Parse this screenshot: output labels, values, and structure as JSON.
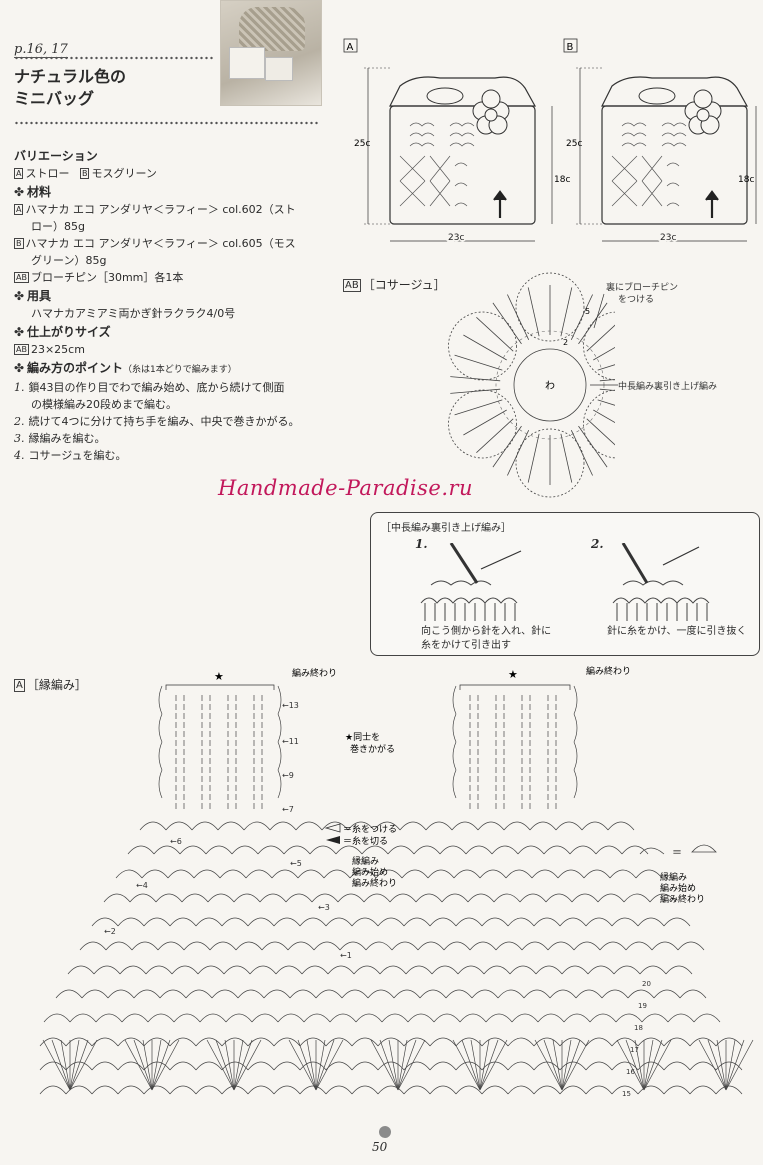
{
  "header": {
    "page_ref": "p.16, 17",
    "title_line1": "ナチュラル色の",
    "title_line2": "ミニバッグ"
  },
  "spec": {
    "variation_heading": "バリエーション",
    "variation_a_box": "A",
    "variation_a": "ストロー",
    "variation_b_box": "B",
    "variation_b": "モスグリーン",
    "materials_heading": "材料",
    "material_a_box": "A",
    "material_a_line1": "ハマナカ エコ アンダリヤ＜ラフィー＞ col.602（スト",
    "material_a_line2": "ロー）85g",
    "material_b_box": "B",
    "material_b_line1": "ハマナカ エコ アンダリヤ＜ラフィー＞ col.605（モス",
    "material_b_line2": "グリーン）85g",
    "material_ab_box": "AB",
    "material_ab": "ブローチピン［30mm］各1本",
    "tools_heading": "用具",
    "tools": "ハマナカアミアミ両かぎ針ラクラク4/0号",
    "size_heading": "仕上がりサイズ",
    "size_box": "AB",
    "size": "23×25cm",
    "points_heading": "編み方のポイント",
    "points_note": "（糸は1本どりで編みます）",
    "steps": [
      {
        "num": "1.",
        "line1": "鎖43目の作り目でわで編み始め、底から続けて側面",
        "line2": "の模様編み20段めまで編む。"
      },
      {
        "num": "2.",
        "line1": "続けて4つに分けて持ち手を編み、中央で巻きかがる。"
      },
      {
        "num": "3.",
        "line1": "縁編みを編む。"
      },
      {
        "num": "4.",
        "line1": "コサージュを編む。"
      }
    ]
  },
  "diagrams": {
    "a_label": "A",
    "b_label": "B",
    "height_25": "25c",
    "height_18": "18c",
    "width_23": "23c",
    "corsage_title_box": "AB",
    "corsage_title": "［コサージュ］",
    "brooch_note_line1": "裏にブローチピン",
    "brooch_note_line2": "をつける",
    "center_ring": "わ",
    "post_stitch_label": "中長編み裏引き上げ編み",
    "num_2": "2",
    "num_5": "5"
  },
  "watermark": "Handmade-Paradise.ru",
  "callout": {
    "title": "［中長編み裏引き上げ編み］",
    "step1": "1.",
    "step2": "2.",
    "caption1_line1": "向こう側から針を入れ、針に",
    "caption1_line2": "糸をかけて引き出す",
    "caption2": "針に糸をかけ、一度に引き抜く"
  },
  "edging": {
    "label_box": "A",
    "label": "［縁編み］",
    "finish_label": "編み終わり",
    "star_note_line1": "★同士を",
    "star_note_line2": "巻きかがる",
    "attach_yarn": "＝糸をつける",
    "cut_yarn": "＝糸を切る",
    "edge_line1": "縁編み",
    "edge_line2": "編み始め",
    "edge_line3": "編み終わり",
    "star": "★",
    "eq_sign": "＝",
    "row_labels": [
      "13",
      "11",
      "9",
      "7",
      "6",
      "5",
      "4",
      "3",
      "2",
      "1"
    ],
    "side_rows": [
      "20",
      "19",
      "18",
      "17",
      "16",
      "15"
    ]
  },
  "footer": {
    "page_number": "50"
  }
}
